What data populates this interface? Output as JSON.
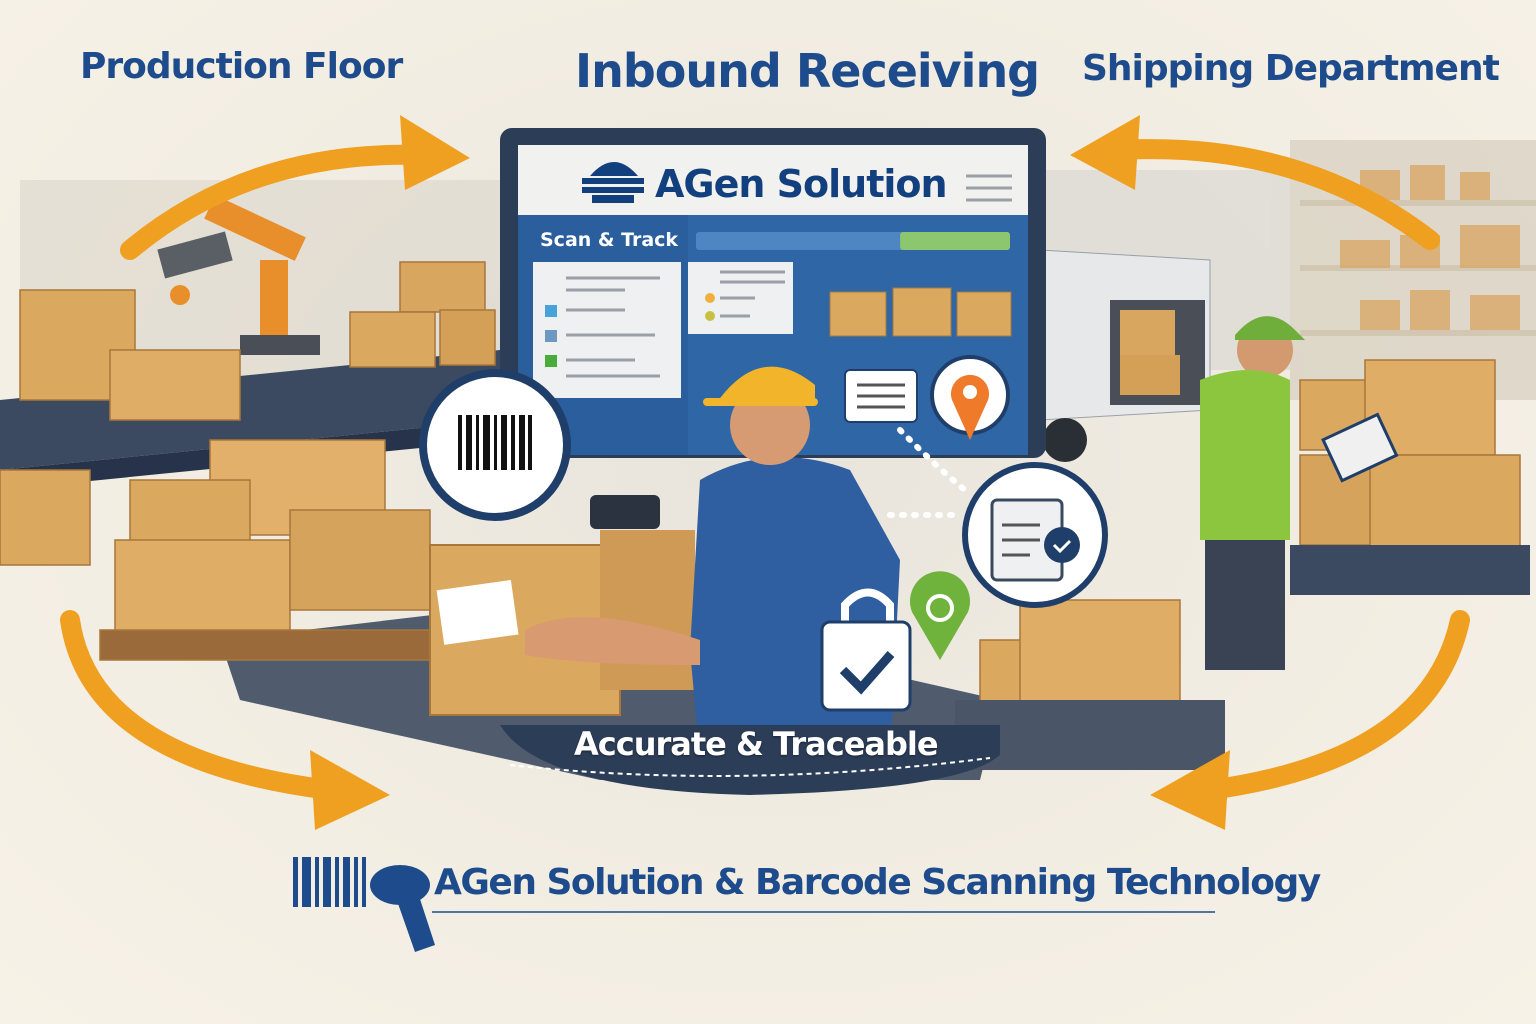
{
  "zones": {
    "left": "Production Floor",
    "center": "Inbound Receiving",
    "right": "Shipping Department"
  },
  "screen": {
    "brand": "AGen Solution",
    "panel_label": "Scan & Track",
    "progress": 0.35
  },
  "banner": "Accurate & Traceable",
  "footer": "AGen Solution & Barcode Scanning Technology",
  "colors": {
    "brand_blue": "#1d4b8c",
    "arrow_orange": "#f0a021",
    "box_tan": "#dba860",
    "success_green": "#8cc66e"
  }
}
